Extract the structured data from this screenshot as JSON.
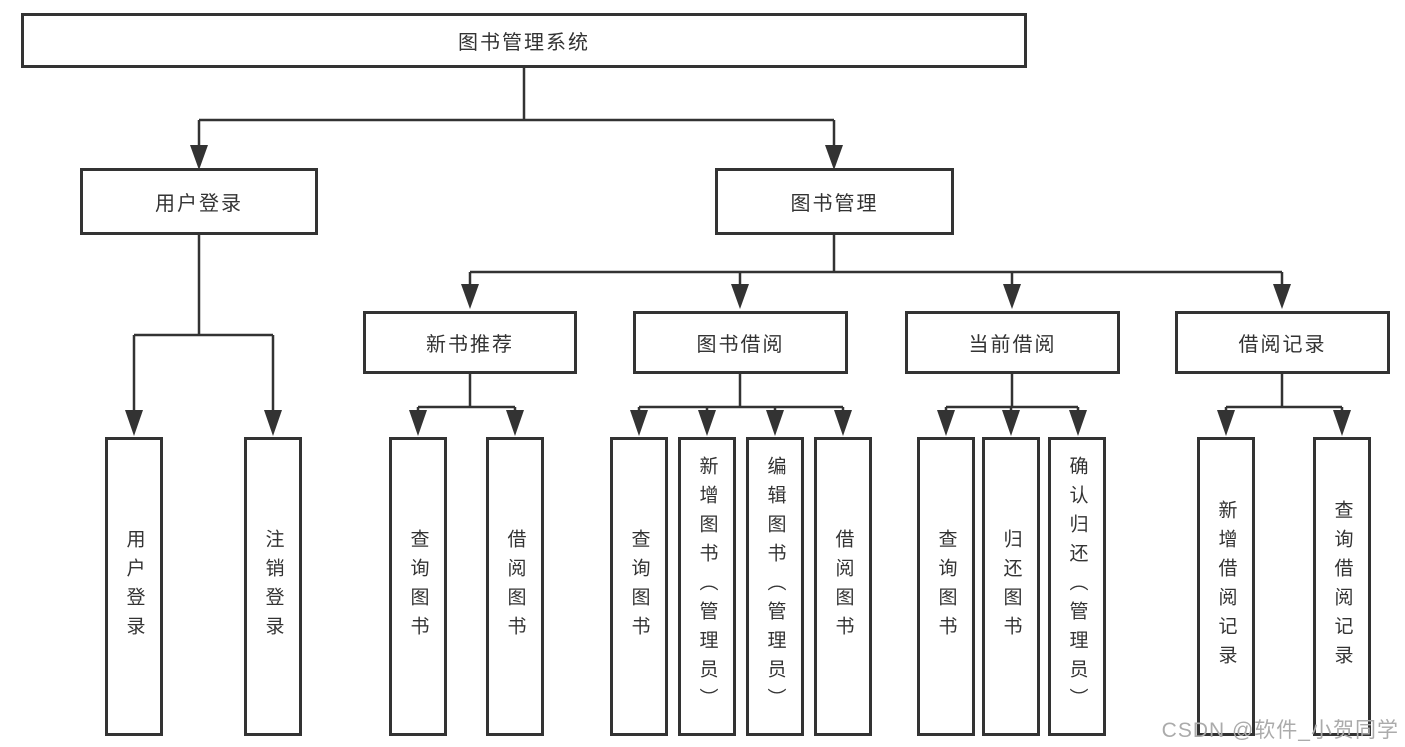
{
  "diagram": {
    "title": "图书管理系统",
    "root": {
      "label": "图书管理系统"
    },
    "branches": [
      {
        "label": "用户登录",
        "children": [
          {
            "label": "用户登录"
          },
          {
            "label": "注销登录"
          }
        ]
      },
      {
        "label": "图书管理",
        "children": [
          {
            "label": "新书推荐",
            "children": [
              {
                "label": "查询图书"
              },
              {
                "label": "借阅图书"
              }
            ]
          },
          {
            "label": "图书借阅",
            "children": [
              {
                "label": "查询图书"
              },
              {
                "label": "新增图书（管理员）"
              },
              {
                "label": "编辑图书（管理员）"
              },
              {
                "label": "借阅图书"
              }
            ]
          },
          {
            "label": "当前借阅",
            "children": [
              {
                "label": "查询图书"
              },
              {
                "label": "归还图书"
              },
              {
                "label": "确认归还（管理员）"
              }
            ]
          },
          {
            "label": "借阅记录",
            "children": [
              {
                "label": "新增借阅记录"
              },
              {
                "label": "查询借阅记录"
              }
            ]
          }
        ]
      }
    ]
  },
  "colors": {
    "line": "#333333",
    "box_border": "#333333",
    "text": "#333333",
    "watermark_gray": "#ababab"
  },
  "watermark": {
    "text": "CSDN @软件_小贺同学"
  }
}
